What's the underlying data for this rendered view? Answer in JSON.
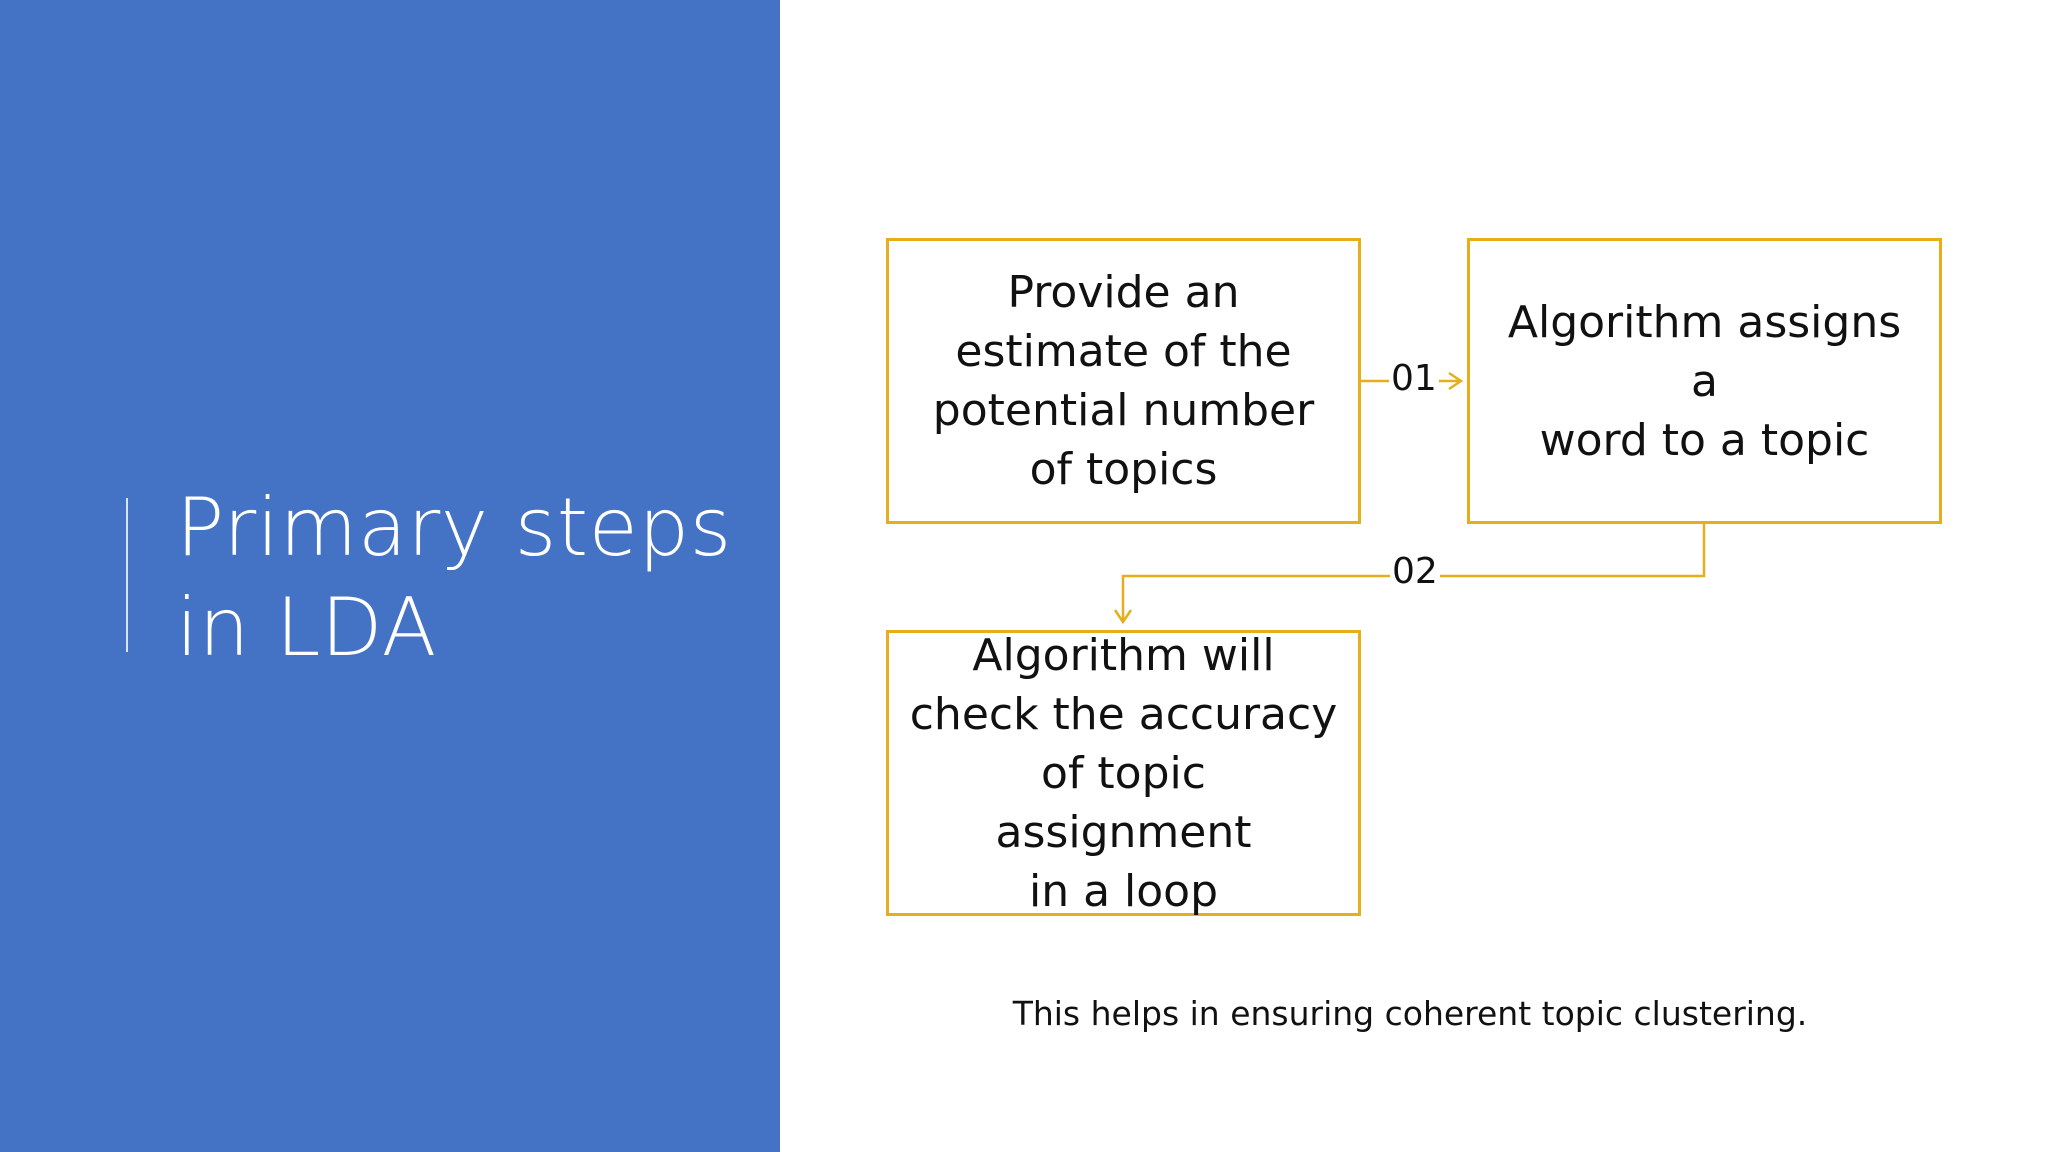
{
  "title": {
    "line1": "Primary steps",
    "line2": "in LDA"
  },
  "steps": [
    {
      "label": "01",
      "lines": [
        "Provide an",
        "estimate of the",
        "potential number",
        "of topics"
      ]
    },
    {
      "label": "02",
      "lines": [
        "Algorithm assigns a",
        "word to a topic"
      ]
    },
    {
      "label": "",
      "lines": [
        "Algorithm will",
        "check the accuracy",
        "of topic assignment",
        "in a loop"
      ]
    }
  ],
  "footnote": "This helps in ensuring coherent topic clustering.",
  "colors": {
    "panel": "#4472c4",
    "accent": "#e6ae1a",
    "title_text": "#ffffff",
    "body_text": "#111111"
  }
}
